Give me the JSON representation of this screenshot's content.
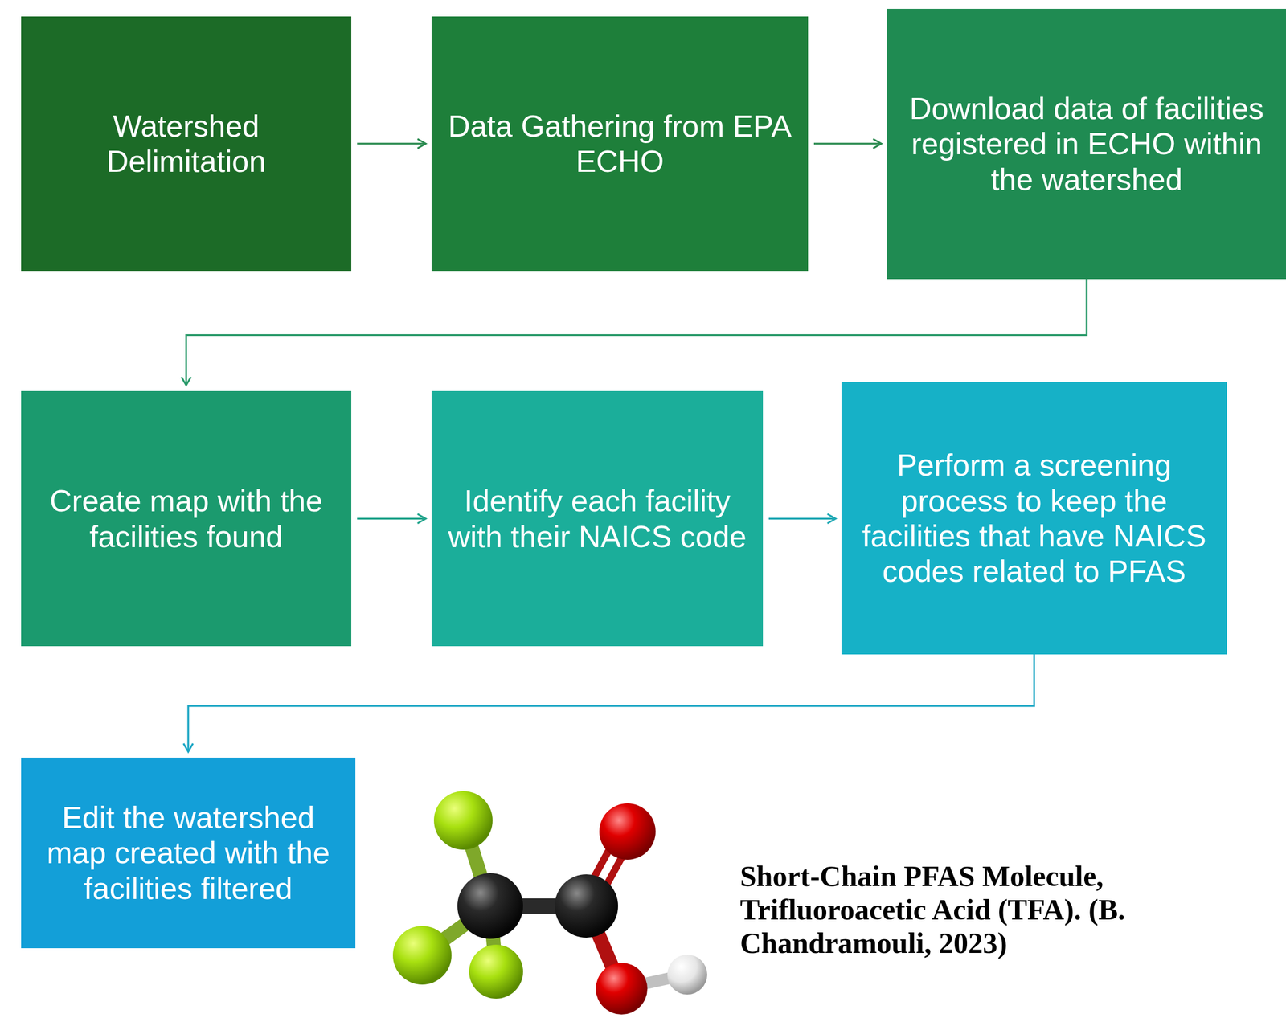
{
  "diagram": {
    "nodes": [
      {
        "text": [
          "Watershed Delimitation"
        ]
      },
      {
        "text": [
          "Data Gathering from EPA ECHO"
        ]
      },
      {
        "text": [
          "Download data of facilities registered in ECHO within the watershed"
        ]
      },
      {
        "text": [
          "Create map with the facilities found"
        ]
      },
      {
        "text": [
          "Identify each facility with their NAICS code"
        ]
      },
      {
        "text": [
          "Perform a screening process to keep the facilities that have NAICS codes related to PFAS"
        ]
      },
      {
        "text": [
          "Edit the watershed map created with the facilities filtered"
        ]
      }
    ],
    "edges": [
      {
        "from": 0,
        "to": 1,
        "arrow": "to"
      },
      {
        "from": 1,
        "to": 2,
        "arrow": "to"
      },
      {
        "from": 2,
        "to": 3,
        "arrow": "to"
      },
      {
        "from": 3,
        "to": 4,
        "arrow": "to"
      },
      {
        "from": 4,
        "to": 5,
        "arrow": "to"
      },
      {
        "from": 5,
        "to": 6,
        "arrow": "to"
      }
    ],
    "labels": [
      "Short-Chain PFAS Molecule, Trifluoroacetic Acid (TFA). (B. Chandramouli, 2023)"
    ]
  }
}
